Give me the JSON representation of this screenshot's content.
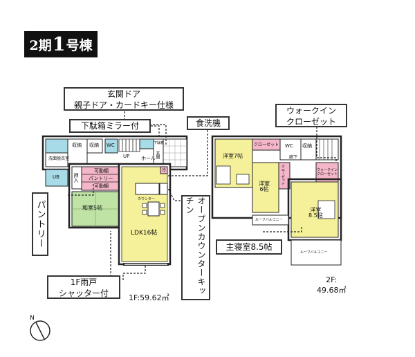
{
  "badge": {
    "prefix": "2期",
    "number": "1",
    "suffix": "号棟"
  },
  "callouts": {
    "entrance_line1": "玄関ドア",
    "entrance_line2": "親子ドア・カードキー仕様",
    "shoe_mirror": "下駄箱ミラー付",
    "dishwasher": "食洗機",
    "walkin_line1": "ウォークイン",
    "walkin_line2": "クローゼット",
    "pantry": "パントリー",
    "open_kitchen": "オープンカウンターキッチン",
    "master_bedroom": "主寝室8.5帖",
    "shutter_line1": "1F雨戸",
    "shutter_line2": "シャッター付"
  },
  "floor1": {
    "storage1": "収納",
    "storage2": "収納",
    "washroom": "洗面脱衣室",
    "bath": "UB",
    "toilet": "WC",
    "closet": "押入",
    "pantry_room": "パントリー",
    "storage_top": "可動棚",
    "storage_bottom": "可動棚",
    "washitsu": "和室5帖",
    "ldk": "LDK16帖",
    "counter": "カウンター",
    "hall": "ホール",
    "up": "UP",
    "genkan": "玄関",
    "shoe_box": "下駄箱",
    "fridge": "冷",
    "area": "1F:59.62㎡"
  },
  "floor2": {
    "room7": "洋室7帖",
    "closet7": "クローゼット",
    "room6_line1": "洋室",
    "room6_line2": "6帖",
    "room85_line1": "洋室",
    "room85_line2": "8.5帖",
    "walkin_line1": "ウォークイン",
    "walkin_line2": "クローゼット",
    "closet6": "クローゼット",
    "hallway": "廊下",
    "toilet": "WC",
    "pantry2": "収納",
    "roof_balcony1": "ルーフバルコニー",
    "roof_balcony2": "ルーフバルコニー",
    "area_label": "2F:",
    "area": "49.68㎡"
  },
  "compass": {
    "label": "N"
  },
  "colors": {
    "room_yellow": "#f5f19a",
    "washitsu_green": "#bfe3a5",
    "wet_blue": "#a8dbe8",
    "storage_pink": "#f4b6c8"
  }
}
